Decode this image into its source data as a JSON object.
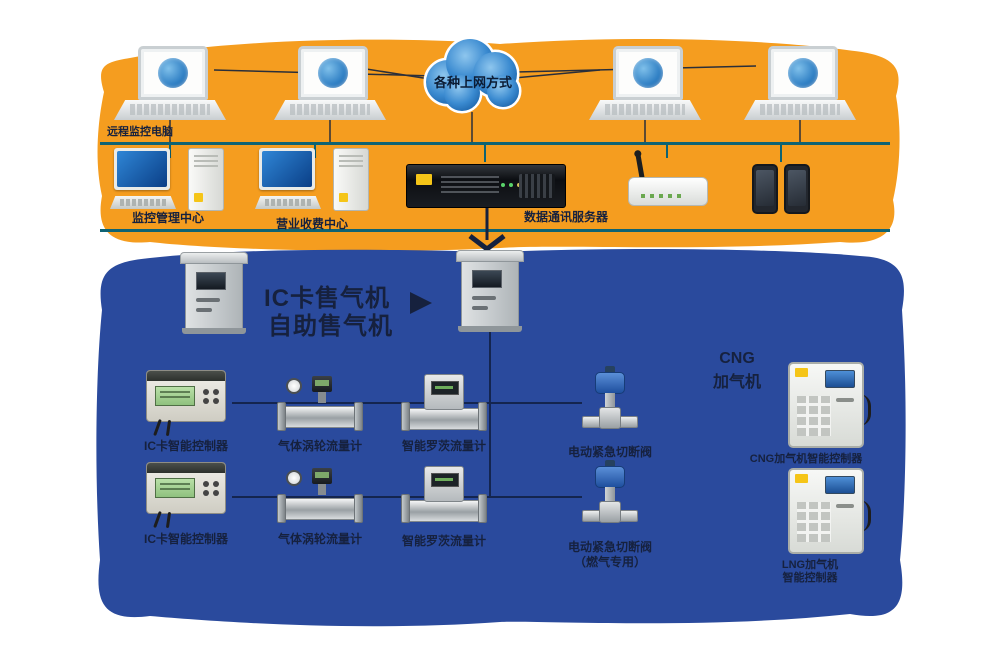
{
  "colors": {
    "orange_band": "#F59D1F",
    "blue_band": "#2A4A9D",
    "teal_line": "#0F6373",
    "navy_text": "#16213E",
    "cloud_blue": "#3A8AD0"
  },
  "cloud": {
    "label": "各种上网方式"
  },
  "top_row": {
    "laptop1_label": "远程监控电脑"
  },
  "mid_row": {
    "workstation1_label": "监控管理中心",
    "workstation2_label": "营业收费中心",
    "server_label": "数据通讯服务器"
  },
  "kiosk_section": {
    "title_line1": "IC卡售气机",
    "title_line2": "自助售气机"
  },
  "right_section": {
    "header_line1": "CNG",
    "header_line2": "加气机",
    "cabinet1_label": "CNG加气机智能控制器",
    "cabinet2_label_line1": "LNG加气机",
    "cabinet2_label_line2": "智能控制器"
  },
  "field_rows": {
    "row1": [
      {
        "label": "IC卡智能控制器"
      },
      {
        "label": "气体涡轮流量计"
      },
      {
        "label": "智能罗茨流量计"
      },
      {
        "label": "电动紧急切断阀"
      }
    ],
    "row2": [
      {
        "label": "IC卡智能控制器"
      },
      {
        "label": "气体涡轮流量计"
      },
      {
        "label": "智能罗茨流量计"
      },
      {
        "label": "电动紧急切断阀",
        "label2": "（燃气专用）"
      }
    ]
  }
}
